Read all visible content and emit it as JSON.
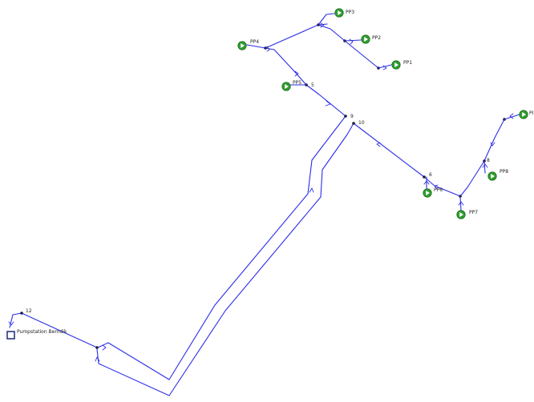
{
  "colors": {
    "pipe": "#2b2ee8",
    "node": "#1a1a3a",
    "pump": "#2f9e2f",
    "station": "#1b2a7a",
    "background": "#ffffff"
  },
  "icons": {
    "pump": "play-circle-icon",
    "station": "square-icon",
    "flow_arrow": "chevron-arrow-icon"
  },
  "nodes": [
    {
      "id": "n_pp3",
      "label": ""
    },
    {
      "id": "n_pp4",
      "label": ""
    },
    {
      "id": "n_pp2",
      "label": ""
    },
    {
      "id": "n_pp1",
      "label": ""
    },
    {
      "id": "n_5",
      "label": "5"
    },
    {
      "id": "n_9",
      "label": "9"
    },
    {
      "id": "n_10",
      "label": "10"
    },
    {
      "id": "n_6",
      "label": "6"
    },
    {
      "id": "n_7",
      "label": ""
    },
    {
      "id": "n_8",
      "label": "8"
    },
    {
      "id": "n_topright",
      "label": ""
    },
    {
      "id": "n_12",
      "label": "12"
    },
    {
      "id": "n_bottom",
      "label": ""
    }
  ],
  "pumps": [
    {
      "id": "PP3",
      "label": "PP3"
    },
    {
      "id": "PP4",
      "label": "PP4"
    },
    {
      "id": "PP2",
      "label": "PP2"
    },
    {
      "id": "PP1",
      "label": "PP1"
    },
    {
      "id": "PP5",
      "label": "PP5"
    },
    {
      "id": "PP6",
      "label": "PP6"
    },
    {
      "id": "PP7",
      "label": "PP7"
    },
    {
      "id": "PP8",
      "label": "PP8"
    },
    {
      "id": "PP9",
      "label": "PI"
    }
  ],
  "station": {
    "label": "Pumpstation Berndik"
  }
}
